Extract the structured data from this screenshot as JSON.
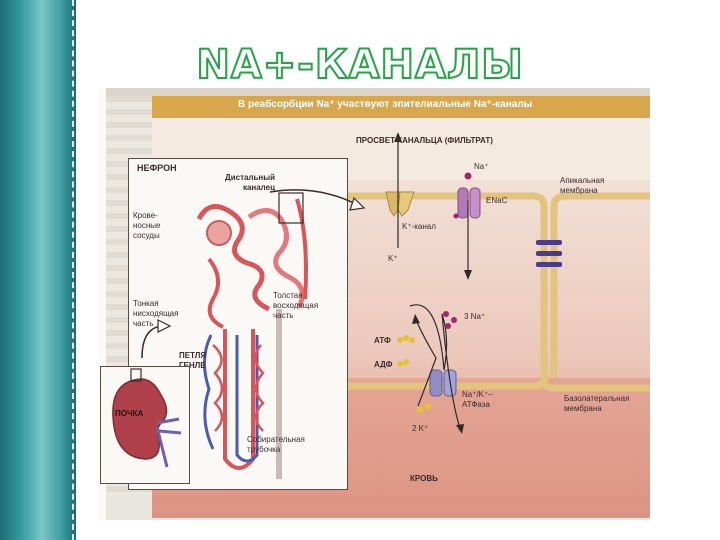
{
  "slide": {
    "title": "NA+-КАНАЛЫ"
  },
  "figure": {
    "header": "В реабсорбции Na⁺ участвуют эпителиальные Na⁺-каналы",
    "lumen_label": "ПРОСВЕТ КАНАЛЬЦА (ФИЛЬТРАТ)",
    "blood_label": "КРОВЬ",
    "apical_membrane": [
      "Апикальная",
      "мембрана"
    ],
    "basolateral_membrane": [
      "Базолатеральная",
      "мембрана"
    ],
    "na_top": "Na⁺",
    "enac": "ENaC",
    "k_channel": "K⁺-канал",
    "k_ion": "K⁺",
    "three_na": "3 Na⁺",
    "atp": "АТФ",
    "adp": "АДФ",
    "pump": [
      "Na⁺/K⁺–",
      "АТФаза"
    ],
    "two_k": "2 K⁺"
  },
  "nephron": {
    "title": "НЕФРОН",
    "distal_tubule": [
      "Дистальный",
      "каналец"
    ],
    "blood_vessels": [
      "Крове-",
      "носные",
      "сосуды"
    ],
    "thin_descending": [
      "Тонкая",
      "нисходящая",
      "часть"
    ],
    "thick_ascending": [
      "Толстая",
      "восходящая",
      "часть"
    ],
    "loop_henle": [
      "ПЕТЛЯ",
      "ГЕНЛЕ"
    ],
    "collecting_duct": [
      "Собирательная",
      "трубочка"
    ],
    "kidney": "ПОЧКА"
  },
  "colors": {
    "title_outline": "#28a34a",
    "header_bar": "#d8a64b",
    "membrane": "#e2c47e",
    "enac_channel": "#b37ab8",
    "k_channel": "#d9b86a",
    "pump": "#8f8fc6",
    "sodium_dot": "#9a2a6a",
    "potassium_dot": "#e3c335",
    "vessel_red": "#d9555a",
    "vessel_blue": "#4a5bb0"
  }
}
